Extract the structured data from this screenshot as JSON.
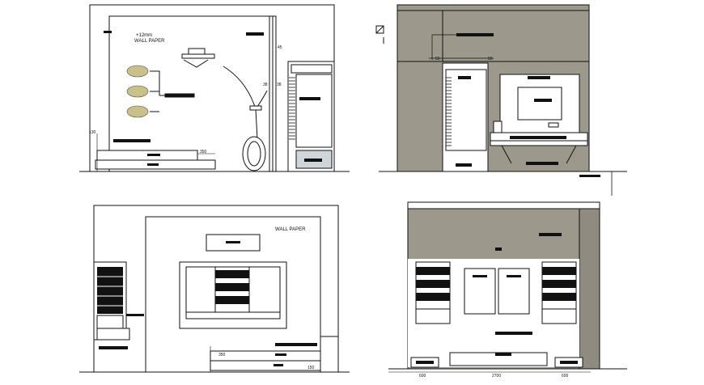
{
  "colors": {
    "wall_gray": "#9c988c",
    "wall_gray_dark": "#8f8b80",
    "line": "#111111",
    "white": "#ffffff",
    "plant": "#c9c08a"
  },
  "top_left": {
    "note_line1": "+12mm",
    "note_line2": "WALL PAPER",
    "dim_130": "130",
    "dim_350": "350",
    "dim_45": "45",
    "dim_38": "38",
    "dim_38b": "38"
  },
  "top_right": {
    "dim_55": "55",
    "dim_55b": "55"
  },
  "bottom_left": {
    "wall_paper": "WALL PAPER",
    "dim_350": "350",
    "dim_150": "150"
  },
  "bottom_right": {
    "dim_600a": "600",
    "dim_2700": "2700",
    "dim_600b": "600"
  }
}
